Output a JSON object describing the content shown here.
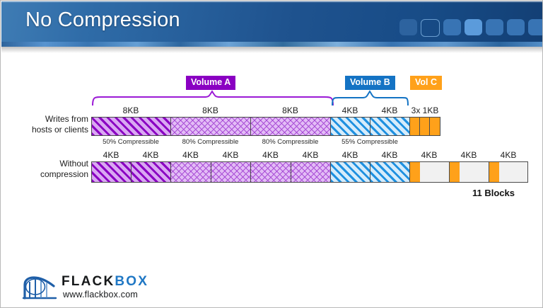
{
  "slide": {
    "title": "No Compression",
    "header_squares": [
      "sq-1",
      "sq-2-outline",
      "sq-3",
      "sq-4-bright",
      "sq-5",
      "sq-6",
      "sq-7"
    ]
  },
  "diagram": {
    "volume_tags": [
      {
        "label": "Volume A",
        "color": "#8a00c2"
      },
      {
        "label": "Volume B",
        "color": "#1473c4"
      },
      {
        "label": "Vol C",
        "color": "#ffa11a"
      }
    ],
    "row1": {
      "label_line1": "Writes from",
      "label_line2": "hosts or clients",
      "size_labels": [
        "8KB",
        "8KB",
        "8KB",
        "4KB",
        "4KB",
        "3x 1KB"
      ],
      "compress_labels": [
        "50% Compressible",
        "80% Compressible",
        "80% Compressible",
        "55% Compressible"
      ],
      "segments": [
        {
          "name": "volA-write-1",
          "fill": "purple-dark",
          "width": 112
        },
        {
          "name": "volA-write-2",
          "fill": "purple-light",
          "width": 113
        },
        {
          "name": "volA-write-3",
          "fill": "purple-light",
          "width": 113
        },
        {
          "name": "volB-write-1",
          "fill": "blue",
          "width": 56
        },
        {
          "name": "volB-write-2",
          "fill": "blue",
          "width": 56
        },
        {
          "name": "volC-write-1",
          "fill": "orange",
          "width": 14
        },
        {
          "name": "volC-write-2",
          "fill": "orange",
          "width": 14
        },
        {
          "name": "volC-write-3",
          "fill": "orange",
          "width": 14
        }
      ]
    },
    "row2": {
      "label_line1": "Without",
      "label_line2": "compression",
      "size_labels": [
        "4KB",
        "4KB",
        "4KB",
        "4KB",
        "4KB",
        "4KB",
        "4KB",
        "4KB",
        "4KB",
        "4KB",
        "4KB"
      ],
      "blocks": [
        {
          "name": "block-1",
          "fill": "purple-dark",
          "sliver": 0
        },
        {
          "name": "block-2",
          "fill": "purple-dark",
          "sliver": 0
        },
        {
          "name": "block-3",
          "fill": "purple-light",
          "sliver": 0
        },
        {
          "name": "block-4",
          "fill": "purple-light",
          "sliver": 0
        },
        {
          "name": "block-5",
          "fill": "purple-light",
          "sliver": 0
        },
        {
          "name": "block-6",
          "fill": "purple-light",
          "sliver": 0
        },
        {
          "name": "block-7",
          "fill": "blue",
          "sliver": 0
        },
        {
          "name": "block-8",
          "fill": "blue",
          "sliver": 0
        },
        {
          "name": "block-9",
          "fill": "empty",
          "sliver": 14
        },
        {
          "name": "block-10",
          "fill": "empty",
          "sliver": 14
        },
        {
          "name": "block-11",
          "fill": "empty",
          "sliver": 14
        }
      ],
      "blocks_total": "11 Blocks"
    }
  },
  "logo": {
    "name_dark": "FLACK",
    "name_blue": "BOX",
    "url": "www.flackbox.com"
  }
}
